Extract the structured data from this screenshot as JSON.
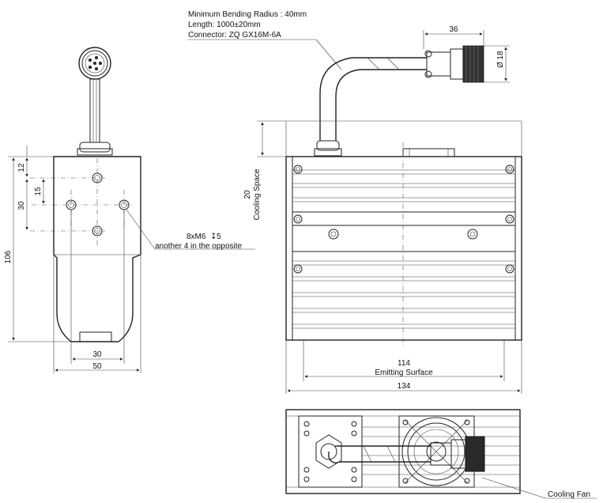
{
  "notes": {
    "bending_radius": "Minimum Bending Radius : 40mm",
    "length": "Length: 1000±20mm",
    "connector": "Connector: ZQ GX16M-6A"
  },
  "side_view": {
    "dim_106": "106",
    "dim_30_left": "30",
    "dim_12": "12",
    "dim_15": "15",
    "dim_30_bottom": "30",
    "dim_50": "50",
    "screw_note": "8xM6",
    "screw_depth": "5",
    "screw_note2": "another 4 in the opposite"
  },
  "front_view": {
    "dim_36": "36",
    "dim_d18": "18",
    "dim_20": "20",
    "cooling_space": "Cooling Space",
    "dim_114": "114",
    "emitting_surface": "Emitting Surface",
    "dim_134": "134"
  },
  "bottom_view": {
    "cooling_fan": "Cooling Fan"
  }
}
